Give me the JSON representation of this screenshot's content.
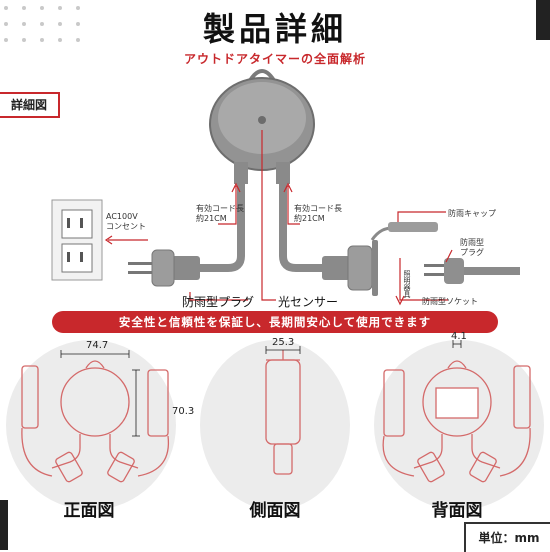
{
  "header": {
    "title": "製品詳細",
    "subtitle": "アウトドアタイマーの全面解析"
  },
  "detail_tag": "詳細図",
  "labels": {
    "ac_outlet_1": "AC100V",
    "ac_outlet_2": "コンセント",
    "cord_left_1": "有効コード長",
    "cord_left_2": "約21CM",
    "cord_right_1": "有効コード長",
    "cord_right_2": "約21CM",
    "cap": "防雨キャップ",
    "plug_right_1": "防雨型",
    "plug_right_2": "プラグ",
    "lighting": "照明器具",
    "socket": "防雨型ソケット",
    "plug_left": "防雨型プラグ",
    "sensor": "光センサー"
  },
  "banner": "安全性と信頼性を保証し、長期間安心して使用できます",
  "dimensions": {
    "front_width": "74.7",
    "front_height": "70.3",
    "side_width": "25.3",
    "back_width": "4.1"
  },
  "views": {
    "front": "正面図",
    "side": "側面図",
    "back": "背面図"
  },
  "unit": "単位：mm",
  "colors": {
    "accent": "#c8282c",
    "outline": "#d46a6a",
    "device_gray": "#8f8f8f"
  }
}
